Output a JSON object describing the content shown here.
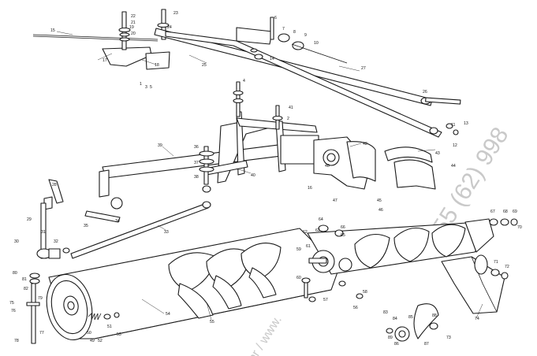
{
  "watermark": {
    "phone_text": "55 (62) 998",
    "url_text": "br  /  www.",
    "color": "#c9c9c9"
  },
  "callouts": [
    {
      "id": "c1",
      "text": "1"
    },
    {
      "id": "c2",
      "text": "2"
    },
    {
      "id": "c3",
      "text": "3"
    },
    {
      "id": "c4",
      "text": "4"
    },
    {
      "id": "c5",
      "text": "5"
    },
    {
      "id": "c6",
      "text": "6"
    },
    {
      "id": "c7",
      "text": "7"
    },
    {
      "id": "c8",
      "text": "8"
    },
    {
      "id": "c9",
      "text": "9"
    },
    {
      "id": "c10",
      "text": "10"
    },
    {
      "id": "c11",
      "text": "11"
    },
    {
      "id": "c12",
      "text": "12"
    },
    {
      "id": "c13",
      "text": "13"
    },
    {
      "id": "c14",
      "text": "14"
    },
    {
      "id": "c15",
      "text": "15"
    },
    {
      "id": "c16",
      "text": "16"
    },
    {
      "id": "c17",
      "text": "17"
    },
    {
      "id": "c18",
      "text": "18"
    },
    {
      "id": "c19",
      "text": "19"
    },
    {
      "id": "c20",
      "text": "20"
    },
    {
      "id": "c21",
      "text": "21"
    },
    {
      "id": "c22",
      "text": "22"
    },
    {
      "id": "c23",
      "text": "23"
    },
    {
      "id": "c24",
      "text": "24"
    },
    {
      "id": "c25",
      "text": "25"
    },
    {
      "id": "c26",
      "text": "26"
    },
    {
      "id": "c27",
      "text": "27"
    },
    {
      "id": "c28",
      "text": "28"
    },
    {
      "id": "c29",
      "text": "29"
    },
    {
      "id": "c30",
      "text": "30"
    },
    {
      "id": "c31",
      "text": "31"
    },
    {
      "id": "c32",
      "text": "32"
    },
    {
      "id": "c33",
      "text": "33"
    },
    {
      "id": "c34",
      "text": "34"
    },
    {
      "id": "c35",
      "text": "35"
    },
    {
      "id": "c36",
      "text": "36"
    },
    {
      "id": "c37",
      "text": "37"
    },
    {
      "id": "c38",
      "text": "38"
    },
    {
      "id": "c39",
      "text": "39"
    },
    {
      "id": "c40",
      "text": "40"
    },
    {
      "id": "c41",
      "text": "41"
    },
    {
      "id": "c42",
      "text": "42"
    },
    {
      "id": "c43",
      "text": "43"
    },
    {
      "id": "c44",
      "text": "44"
    },
    {
      "id": "c45",
      "text": "45"
    },
    {
      "id": "c46",
      "text": "46"
    },
    {
      "id": "c47",
      "text": "47"
    },
    {
      "id": "c48",
      "text": "48"
    },
    {
      "id": "c49",
      "text": "49"
    },
    {
      "id": "c50",
      "text": "50"
    },
    {
      "id": "c51",
      "text": "51"
    },
    {
      "id": "c52",
      "text": "52"
    },
    {
      "id": "c53",
      "text": "53"
    },
    {
      "id": "c54",
      "text": "54"
    },
    {
      "id": "c55",
      "text": "55"
    },
    {
      "id": "c56",
      "text": "56"
    },
    {
      "id": "c57",
      "text": "57"
    },
    {
      "id": "c58",
      "text": "58"
    },
    {
      "id": "c59",
      "text": "59"
    },
    {
      "id": "c60",
      "text": "60"
    },
    {
      "id": "c61",
      "text": "61"
    },
    {
      "id": "c62",
      "text": "62"
    },
    {
      "id": "c63",
      "text": "63"
    },
    {
      "id": "c64",
      "text": "64"
    },
    {
      "id": "c65",
      "text": "65"
    },
    {
      "id": "c66",
      "text": "66"
    },
    {
      "id": "c67",
      "text": "67"
    },
    {
      "id": "c68",
      "text": "68"
    },
    {
      "id": "c69",
      "text": "69"
    },
    {
      "id": "c70",
      "text": "70"
    },
    {
      "id": "c71",
      "text": "71"
    },
    {
      "id": "c72",
      "text": "72"
    },
    {
      "id": "c73",
      "text": "73"
    },
    {
      "id": "c74",
      "text": "74"
    },
    {
      "id": "c75",
      "text": "75"
    },
    {
      "id": "c76",
      "text": "76"
    },
    {
      "id": "c77",
      "text": "77"
    },
    {
      "id": "c78",
      "text": "78"
    },
    {
      "id": "c79",
      "text": "79"
    },
    {
      "id": "c80",
      "text": "80"
    },
    {
      "id": "c81",
      "text": "81"
    },
    {
      "id": "c82",
      "text": "82"
    },
    {
      "id": "c83",
      "text": "83"
    },
    {
      "id": "c84",
      "text": "84"
    },
    {
      "id": "c85",
      "text": "85"
    },
    {
      "id": "c86",
      "text": "86"
    },
    {
      "id": "c87",
      "text": "87"
    },
    {
      "id": "c88",
      "text": "88"
    },
    {
      "id": "c89",
      "text": "89"
    }
  ]
}
